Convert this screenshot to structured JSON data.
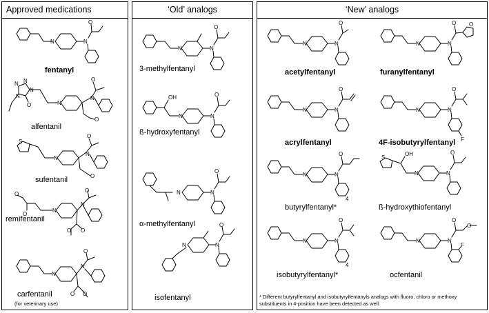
{
  "panels": {
    "approved": {
      "title": "Approved medications"
    },
    "old": {
      "title": "‘Old’ analogs"
    },
    "new": {
      "title": "‘New’ analogs"
    }
  },
  "atoms": {
    "N": "N",
    "O": "O",
    "OH": "OH",
    "S": "S",
    "F": "F",
    "sub4": "4"
  },
  "compounds": {
    "fentanyl": "fentanyl",
    "alfentanil": "alfentanil",
    "sufentanil": "sufentanil",
    "remifentanil": "remifentanil",
    "carfentanil": "carfentanil",
    "carfentanil_note": "(for veterinary use)",
    "methylfentanyl_3": "3-methylfentanyl",
    "hydroxyfentanyl": "ß-hydroxyfentanyl",
    "alpha_methylfentanyl": "α-methylfentanyl",
    "isofentanyl": "isofentanyl",
    "acetylfentanyl": "acetylfentanyl",
    "furanylfentanyl": "furanylfentanyl",
    "acrylfentanyl": "acrylfentanyl",
    "f_isobutyrylfentanyl": "4F-isobutyrylfentanyl",
    "butyrylfentanyl": "butyrylfentanyl*",
    "hydroxythiofentanyl": "ß-hydroxythiofentanyl",
    "isobutyrylfentanyl": "isobutyrylfentanyl*",
    "ocfentanil": "ocfentanil"
  },
  "footnote": {
    "line1": "* Different butyrylfentanyl and isobutyrylfentanyls analogs with fluoro, chloro or methoxy",
    "line2": "substituents in 4-position have been detected as well."
  }
}
